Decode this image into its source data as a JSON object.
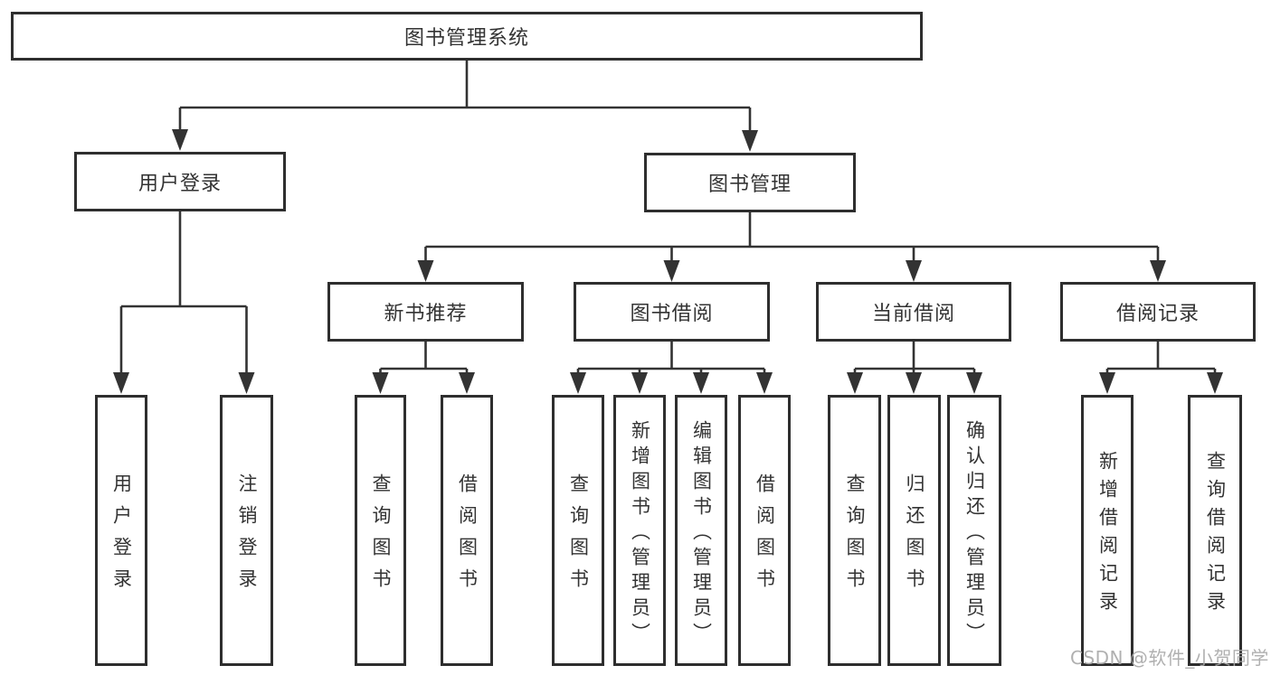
{
  "tree": {
    "root": {
      "label": "图书管理系统"
    },
    "user_login": {
      "label": "用户登录",
      "children": [
        {
          "label": "用户登录"
        },
        {
          "label": "注销登录"
        }
      ]
    },
    "book_management": {
      "label": "图书管理",
      "sections": [
        {
          "label": "新书推荐",
          "children": [
            {
              "label": "查询图书"
            },
            {
              "label": "借阅图书"
            }
          ]
        },
        {
          "label": "图书借阅",
          "children": [
            {
              "label": "查询图书"
            },
            {
              "label": "新增图书（管理员）"
            },
            {
              "label": "编辑图书（管理员）"
            },
            {
              "label": "借阅图书"
            }
          ]
        },
        {
          "label": "当前借阅",
          "children": [
            {
              "label": "查询图书"
            },
            {
              "label": "归还图书"
            },
            {
              "label": "确认归还（管理员）"
            }
          ]
        },
        {
          "label": "借阅记录",
          "children": [
            {
              "label": "新增借阅记录"
            },
            {
              "label": "查询借阅记录"
            }
          ]
        }
      ]
    }
  },
  "watermark": {
    "text": "CSDN @软件_小贺同学"
  },
  "colors": {
    "line": "#333333",
    "box_border": "#2e2e2e",
    "text": "#333333",
    "background": "#ffffff",
    "watermark": "#a8a8a8"
  }
}
